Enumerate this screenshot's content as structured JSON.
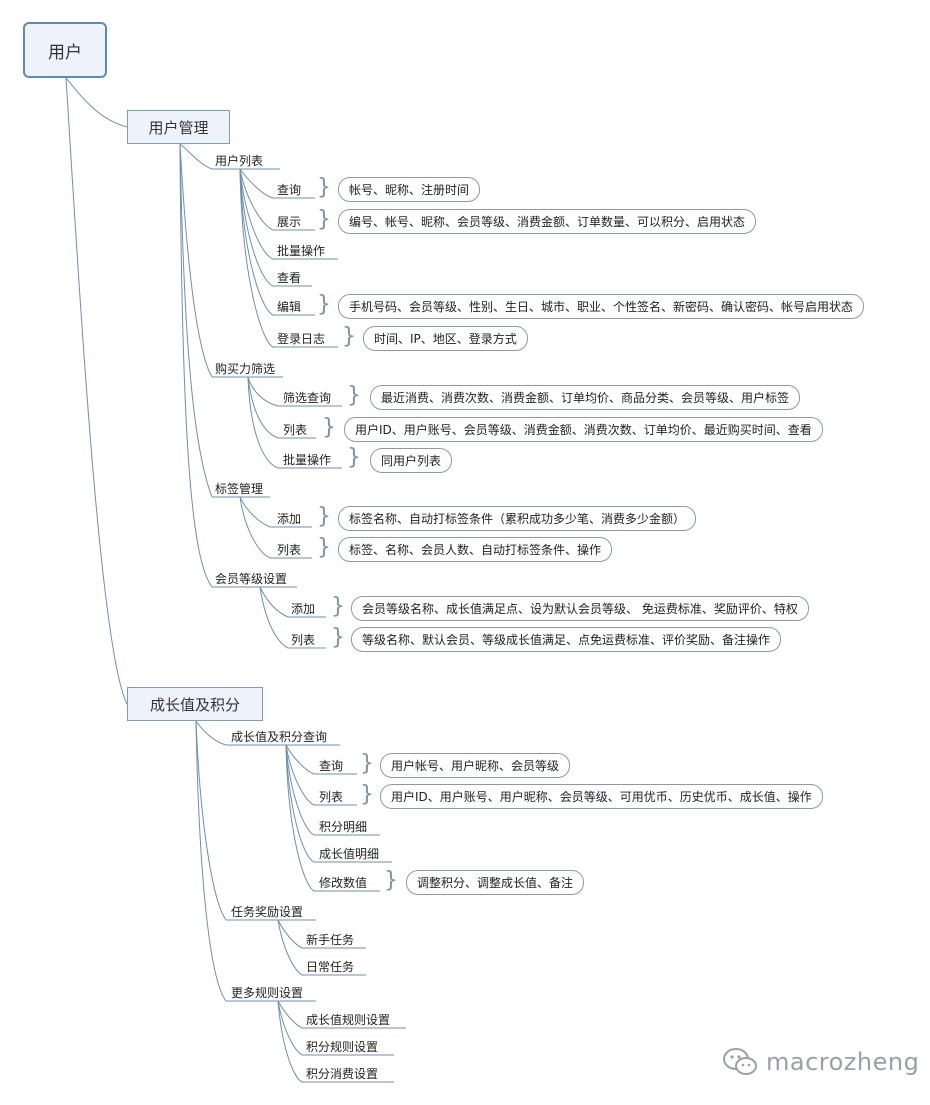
{
  "root": "用户",
  "nodes": {
    "user_mgmt": "用户管理",
    "growth": "成长值及积分",
    "user_list": "用户列表",
    "ul_query": "查询",
    "ul_query_detail": "帐号、昵称、注册时间",
    "ul_show": "展示",
    "ul_show_detail": "编号、帐号、昵称、会员等级、消费金额、订单数量、可以积分、启用状态",
    "ul_batch": "批量操作",
    "ul_view": "查看",
    "ul_edit": "编辑",
    "ul_edit_detail": "手机号码、会员等级、性别、生日、城市、职业、个性签名、新密码、确认密码、帐号启用状态",
    "ul_login": "登录日志",
    "ul_login_detail": "时间、IP、地区、登录方式",
    "purchase": "购买力筛选",
    "pu_query": "筛选查询",
    "pu_query_detail": "最近消费、消费次数、消费金额、订单均价、商品分类、会员等级、用户标签",
    "pu_list": "列表",
    "pu_list_detail": "用户ID、用户账号、会员等级、消费金额、消费次数、订单均价、最近购买时间、查看",
    "pu_batch": "批量操作",
    "pu_batch_detail": "同用户列表",
    "tag": "标签管理",
    "tag_add": "添加",
    "tag_add_detail": "标签名称、自动打标签条件（累积成功多少笔、消费多少金额）",
    "tag_list": "列表",
    "tag_list_detail": "标签、名称、会员人数、自动打标签条件、操作",
    "level": "会员等级设置",
    "lv_add": "添加",
    "lv_add_detail": "会员等级名称、成长值满足点、设为默认会员等级、 免运费标准、奖励评价、特权",
    "lv_list": "列表",
    "lv_list_detail": "等级名称、默认会员、等级成长值满足、点免运费标准、评价奖励、备注操作",
    "gq": "成长值及积分查询",
    "gq_query": "查询",
    "gq_query_detail": "用户帐号、用户昵称、会员等级",
    "gq_list": "列表",
    "gq_list_detail": "用户ID、用户账号、用户昵称、会员等级、可用优币、历史优币、成长值、操作",
    "gq_points": "积分明细",
    "gq_growth": "成长值明细",
    "gq_modify": "修改数值",
    "gq_modify_detail": "调整积分、调整成长值、备注",
    "task": "任务奖励设置",
    "task_new": "新手任务",
    "task_daily": "日常任务",
    "rules": "更多规则设置",
    "rule_growth": "成长值规则设置",
    "rule_points": "积分规则设置",
    "rule_consume": "积分消费设置"
  },
  "watermark": "macrozheng",
  "colors": {
    "line": "#6f8fae",
    "node_fill": "#eef3fb",
    "node_border": "#5f8ab2"
  }
}
